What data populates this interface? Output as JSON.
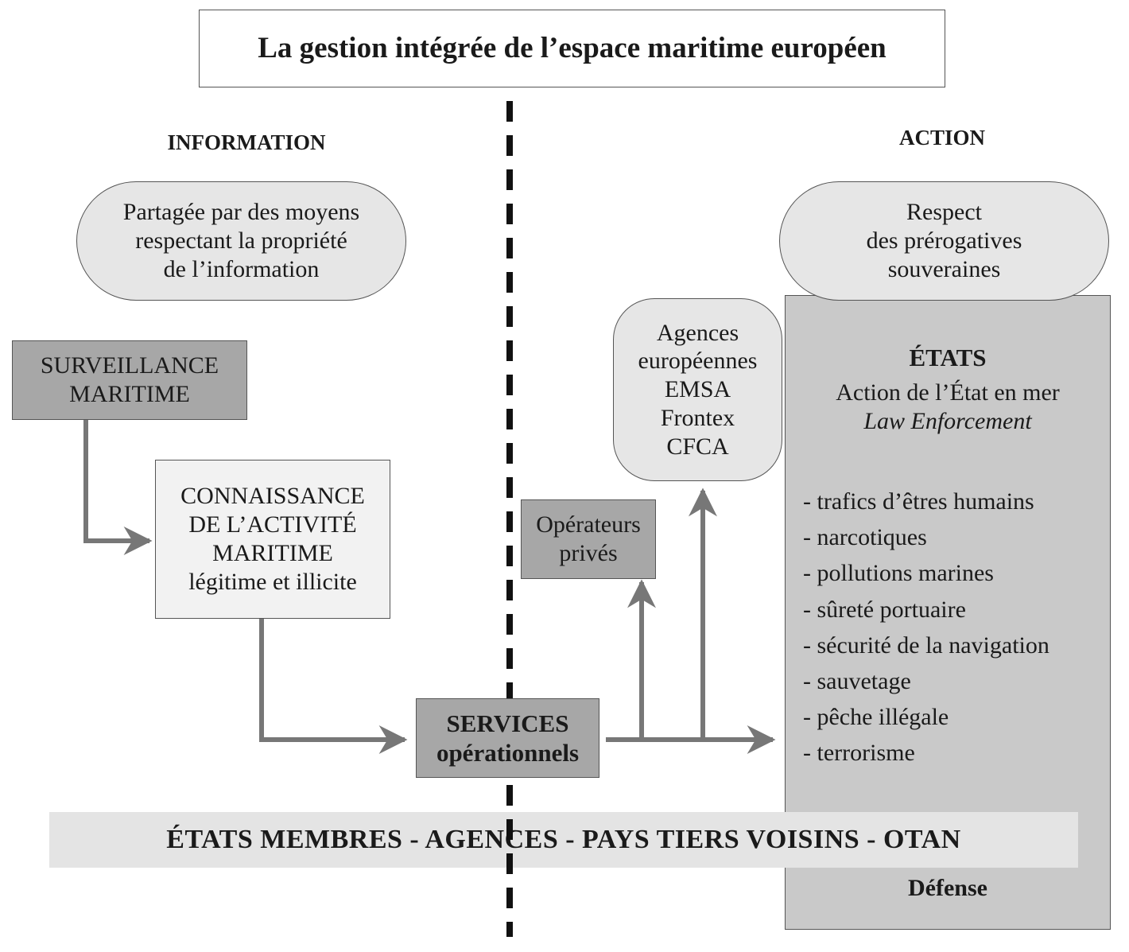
{
  "title": "La gestion intégrée de l’espace maritime européen",
  "left_heading": "INFORMATION",
  "right_heading": "ACTION",
  "info_pill": [
    "Partagée par des moyens",
    "respectant la propriété",
    "de l’information"
  ],
  "action_pill": [
    "Respect",
    "des prérogatives",
    "souveraines"
  ],
  "surveillance": [
    "SURVEILLANCE",
    "MARITIME"
  ],
  "connaissance": [
    "CONNAISSANCE",
    "DE L’ACTIVITÉ",
    "MARITIME",
    "légitime et illicite"
  ],
  "agences": [
    "Agences",
    "européennes",
    "EMSA",
    "Frontex",
    "CFCA"
  ],
  "operateurs": [
    "Opérateurs",
    "privés"
  ],
  "services": [
    "SERVICES",
    "opérationnels"
  ],
  "etats": {
    "title": "ÉTATS",
    "subtitle": "Action de l’État en mer",
    "subtitle_italic": "Law Enforcement",
    "items": [
      "- trafics d’êtres humains",
      "- narcotiques",
      "- pollutions marines",
      "- sûreté portuaire",
      "- sécurité de la navigation",
      "- sauvetage",
      "- pêche illégale",
      "- terrorisme"
    ],
    "footer": "Défense"
  },
  "band": "ÉTATS MEMBRES - AGENCES - PAYS TIERS VOISINS - OTAN",
  "colors": {
    "arrow": "#777777",
    "dark_box": "#a7a7a7",
    "pill": "#e6e6e6",
    "etats": "#c9c9c9",
    "band": "#e4e4e4",
    "divider": "#111111"
  }
}
